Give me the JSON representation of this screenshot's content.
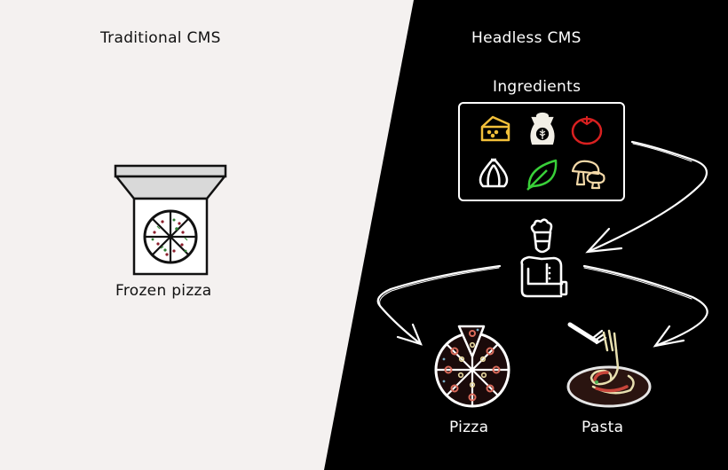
{
  "left_panel": {
    "title": "Traditional CMS",
    "item_label": "Frozen pizza",
    "background": "#f4f1f0"
  },
  "right_panel": {
    "title": "Headless CMS",
    "ingredients_label": "Ingredients",
    "ingredients": [
      {
        "name": "cheese-icon",
        "color": "#f2c03a"
      },
      {
        "name": "flour-sack-icon",
        "color": "#f2efe6"
      },
      {
        "name": "tomato-icon",
        "color": "#d82020"
      },
      {
        "name": "garlic-icon",
        "color": "#ffffff"
      },
      {
        "name": "basil-leaf-icon",
        "color": "#39d039"
      },
      {
        "name": "mushroom-icon",
        "color": "#f4d9a8"
      }
    ],
    "chef_icon": "chef-icon",
    "outputs": [
      {
        "label": "Pizza",
        "icon": "pizza-icon"
      },
      {
        "label": "Pasta",
        "icon": "pasta-icon"
      }
    ],
    "background": "#000000"
  }
}
